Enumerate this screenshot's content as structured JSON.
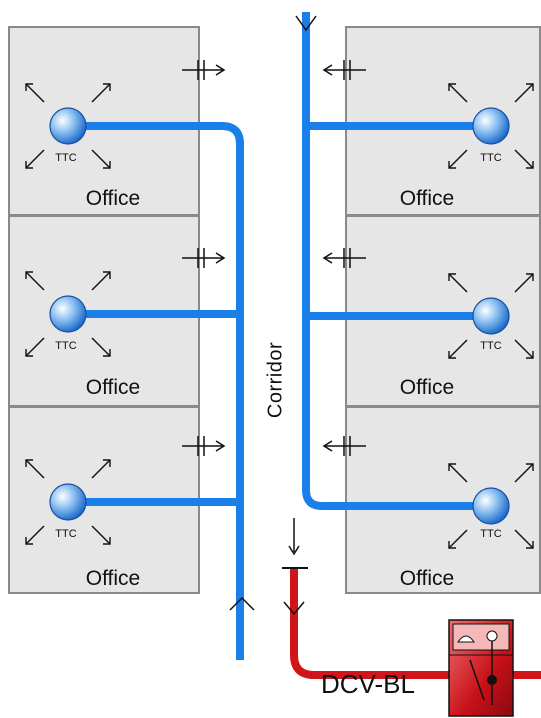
{
  "rooms": [
    {
      "label": "Office",
      "ttc": "TTC"
    },
    {
      "label": "Office",
      "ttc": "TTC"
    },
    {
      "label": "Office",
      "ttc": "TTC"
    },
    {
      "label": "Office",
      "ttc": "TTC"
    },
    {
      "label": "Office",
      "ttc": "TTC"
    },
    {
      "label": "Office",
      "ttc": "TTC"
    }
  ],
  "corridor_label": "Corridor",
  "unit_label": "DCV-BL",
  "colors": {
    "supply_duct": "#1a7fe8",
    "main_duct": "#d0141a",
    "room_fill": "#e6e6e6",
    "room_border": "#8a8a8a"
  }
}
